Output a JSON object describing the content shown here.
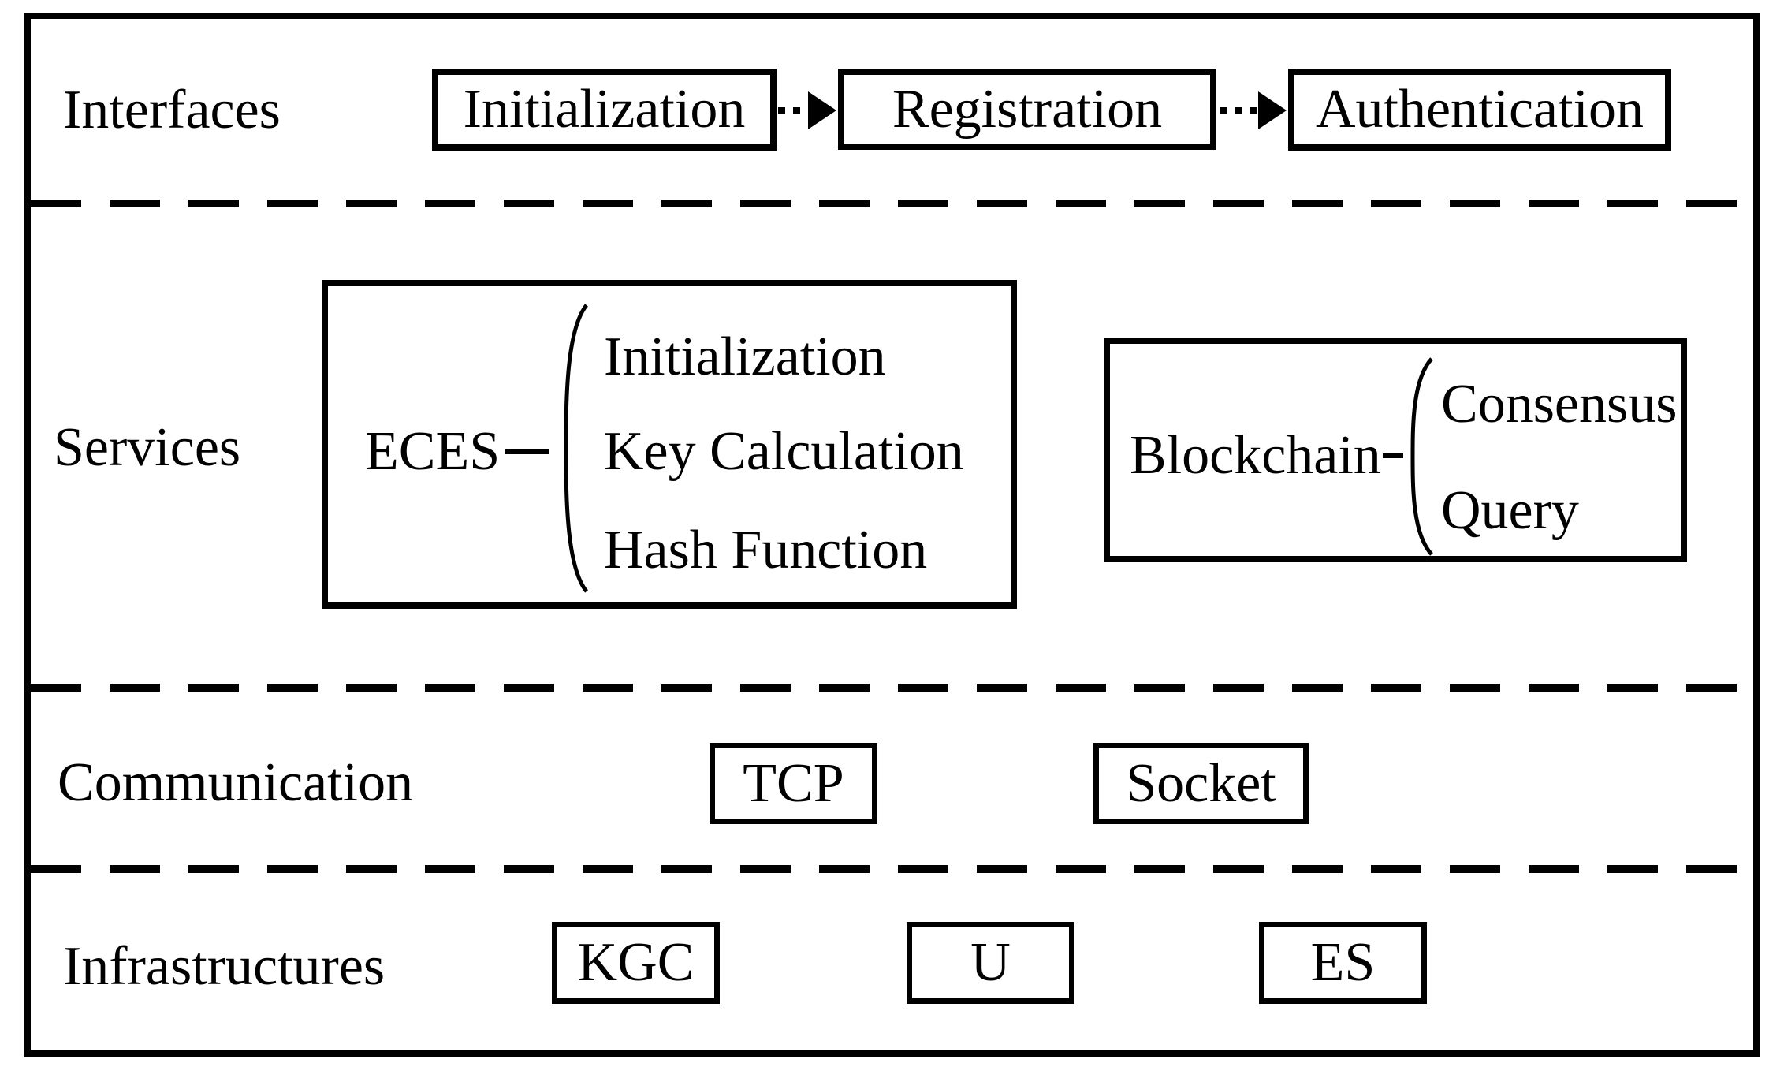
{
  "diagram": {
    "interfaces": {
      "label": "Interfaces",
      "steps": [
        "Initialization",
        "Registration",
        "Authentication"
      ]
    },
    "services": {
      "label": "Services",
      "eces": {
        "name": "ECES",
        "functions": [
          "Initialization",
          "Key Calculation",
          "Hash Function"
        ]
      },
      "blockchain": {
        "name": "Blockchain",
        "functions": [
          "Consensus",
          "Query"
        ]
      }
    },
    "communication": {
      "label": "Communication",
      "protocols": [
        "TCP",
        "Socket"
      ]
    },
    "infrastructures": {
      "label": "Infrastructures",
      "entities": [
        "KGC",
        "U",
        "ES"
      ]
    },
    "colors": {
      "line": "#000000",
      "background": "#ffffff",
      "text": "#000000"
    }
  }
}
